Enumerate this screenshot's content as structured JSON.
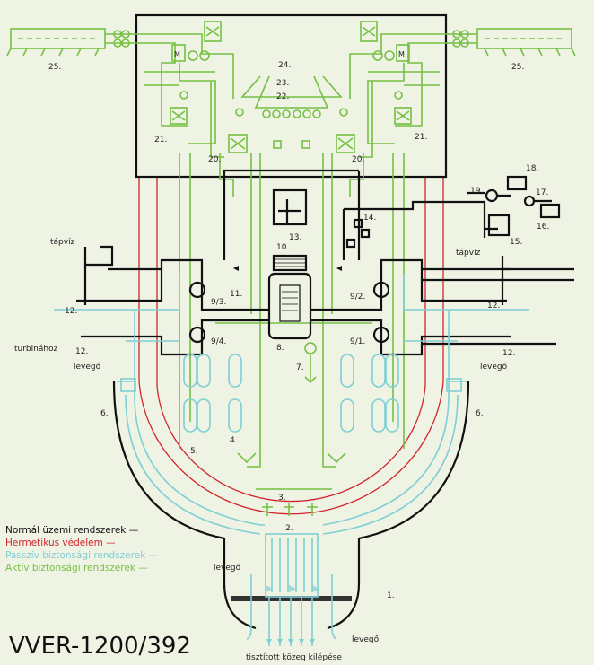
{
  "title": "VVER-1200/392",
  "colors": {
    "background": "#eef3e4",
    "normal_operation": "#111111",
    "hermetic_protection": "#d2232a",
    "passive_safety": "#7fcfd4",
    "active_safety": "#76c043"
  },
  "legend": [
    {
      "text": "Normál üzemi rendszerek —",
      "color": "#111111"
    },
    {
      "text": "Hermetikus védelem —",
      "color": "#d2232a"
    },
    {
      "text": "Passzív biztonsági rendszerek —",
      "color": "#7fcfd4"
    },
    {
      "text": "Aktív biztonsági rendszerek —",
      "color": "#76c043"
    }
  ],
  "labels": {
    "n1": "1.",
    "n2": "2.",
    "n3": "3.",
    "n4": "4.",
    "n5": "5.",
    "n6l": "6.",
    "n6r": "6.",
    "n7": "7.",
    "n8": "8.",
    "n9_1": "9/1.",
    "n9_2": "9/2.",
    "n9_3": "9/3.",
    "n9_4": "9/4.",
    "n10": "10.",
    "n11": "11.",
    "n12a": "12.",
    "n12b": "12.",
    "n12c": "12.",
    "n12d": "12.",
    "n13": "13.",
    "n14": "14.",
    "n15": "15.",
    "n16": "16.",
    "n17": "17.",
    "n18": "18.",
    "n19": "19.",
    "n20l": "20.",
    "n20r": "20.",
    "n21l": "21.",
    "n21r": "21.",
    "n22": "22.",
    "n23": "23.",
    "n24": "24.",
    "n25l": "25.",
    "n25r": "25."
  },
  "text": {
    "feedwater_left": "tápvíz",
    "feedwater_right": "tápvíz",
    "to_turbine": "turbinához",
    "air_left_mid": "levegő",
    "air_right_mid": "levegő",
    "air_bottom_left": "levegő",
    "air_bottom_right": "levegő",
    "filtered_exit": "tisztított közeg kilépése"
  }
}
